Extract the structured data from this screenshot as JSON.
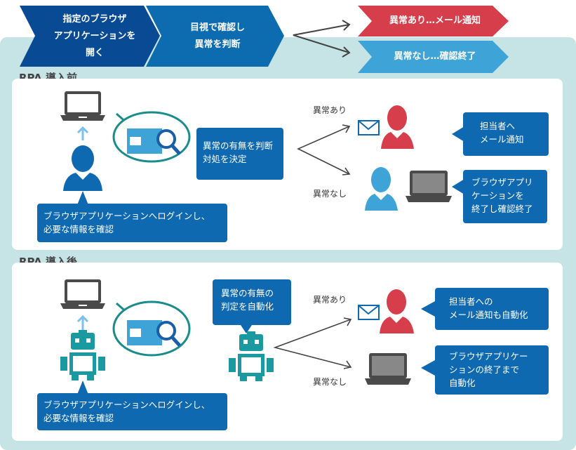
{
  "flow": {
    "step1": "指定のブラウザ\nアプリケーションを\n開く",
    "step2": "目視で確認し\n異常を判断",
    "result_abnormal": "異常あり…メール通知",
    "result_normal": "異常なし…確認終了"
  },
  "before": {
    "title": "RPA 導入前",
    "login_note": "ブラウザアプリケーションへログインし、\n必要な情報を確認",
    "judge_note": "異常の有無を判断\n対処を決定",
    "abnormal_label": "異常あり",
    "abnormal_action": "担当者へ\nメール通知",
    "normal_label": "異常なし",
    "normal_action": "ブラウザアプリ\nケーションを\n終了し確認終了"
  },
  "after": {
    "title": "RPA 導入後",
    "login_note": "ブラウザアプリケーションへログインし、\n必要な情報を確認",
    "judge_note": "異常の有無の\n判定を自動化",
    "abnormal_label": "異常あり",
    "abnormal_action": "担当者への\nメール通知も自動化",
    "normal_label": "異常なし",
    "normal_action": "ブラウザアプリケー\nションの終了まで\n自動化"
  },
  "colors": {
    "dark_blue": "#084a93",
    "blue": "#0e69b0",
    "red": "#d53e4a",
    "light_blue": "#3ea3d6",
    "teal": "#1a8c8c"
  }
}
